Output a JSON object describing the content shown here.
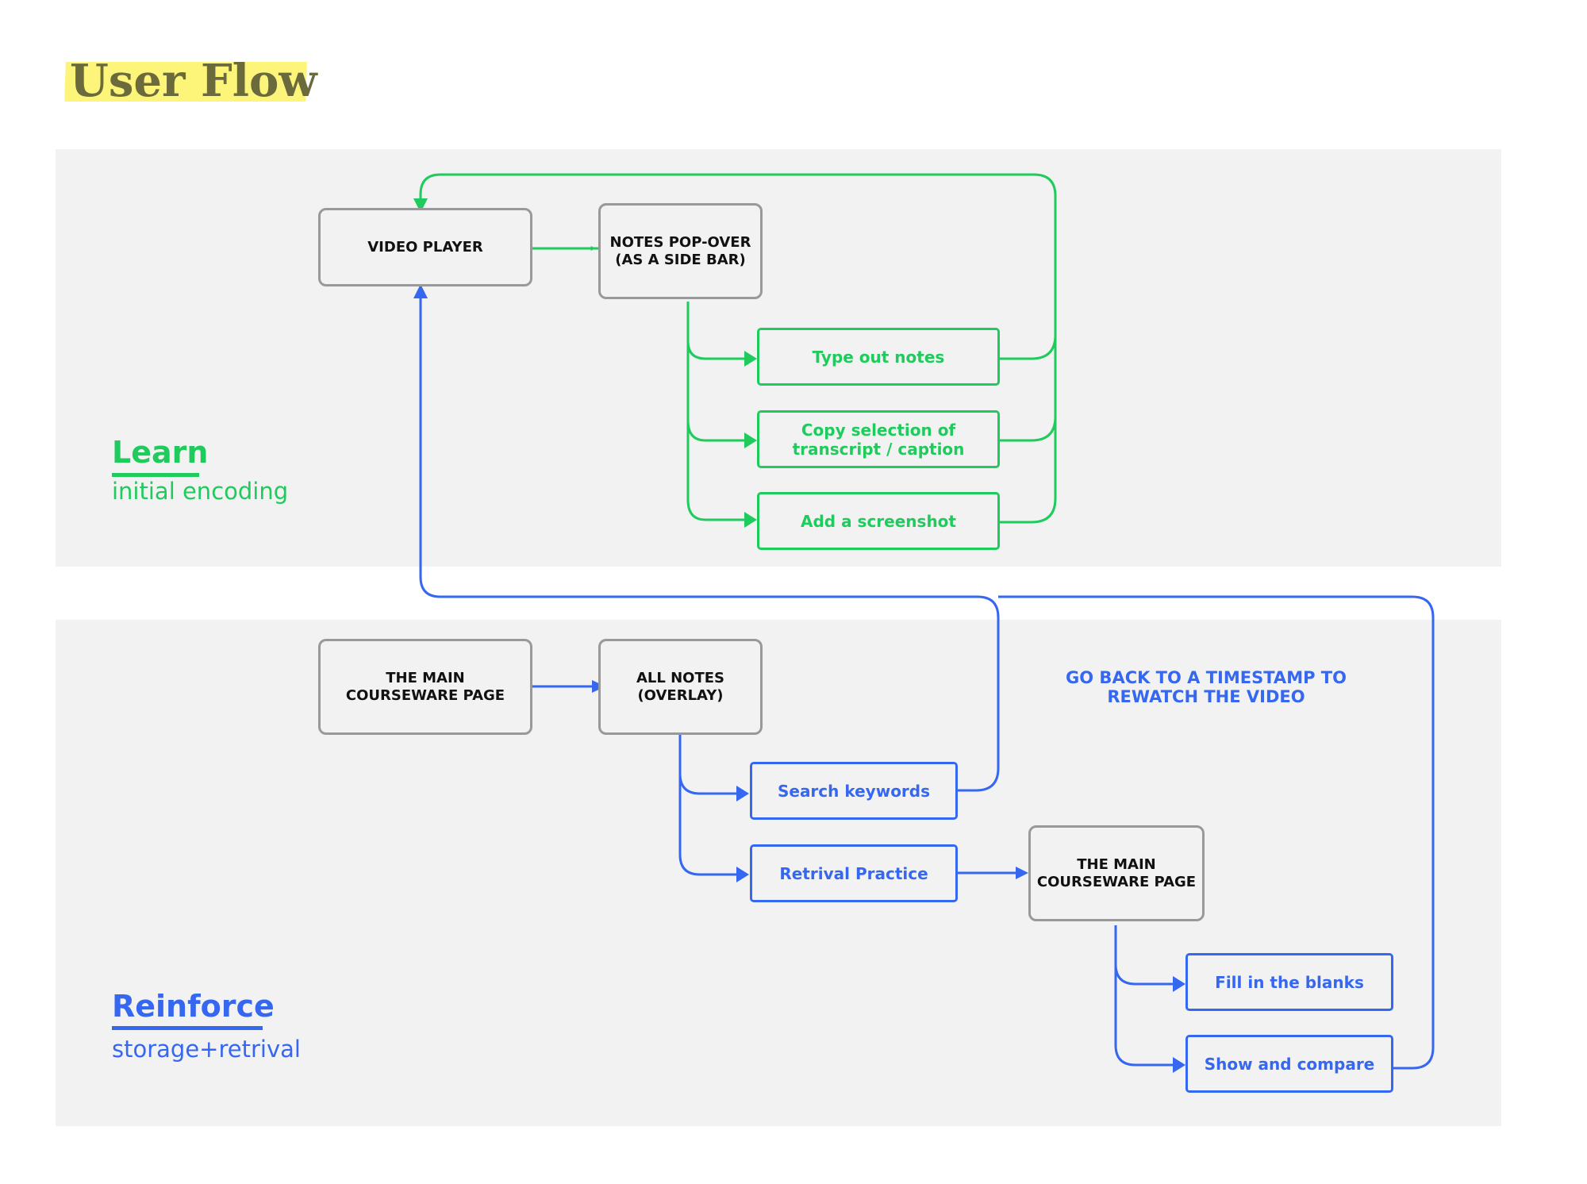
{
  "title": "User Flow",
  "learn": {
    "label": "Learn",
    "sub": "initial encoding",
    "color": "#1fcb5c",
    "video_player": "VIDEO PLAYER",
    "notes_popover": "NOTES POP-OVER\n(AS A SIDE BAR)",
    "type_notes": "Type out notes",
    "copy_selection": "Copy selection of\ntranscript / caption",
    "screenshot": "Add a screenshot"
  },
  "reinforce": {
    "label": "Reinforce",
    "sub": "storage+retrival",
    "color": "#3567f0",
    "courseware_main": "THE MAIN\nCOURSEWARE PAGE",
    "all_notes": "ALL NOTES\n(OVERLAY)",
    "search_keywords": "Search keywords",
    "retrival_practice": "Retrival Practice",
    "courseware_second": "THE MAIN\nCOURSEWARE PAGE",
    "fill_blanks": "Fill in the blanks",
    "show_compare": "Show and compare",
    "annotation": "GO BACK TO A TIMESTAMP TO\nREWATCH THE VIDEO"
  },
  "colors": {
    "title_highlight": "#fdf57a",
    "title_text": "#6b6a3c",
    "panel": "#f2f2f2",
    "box_border": "#999999"
  }
}
